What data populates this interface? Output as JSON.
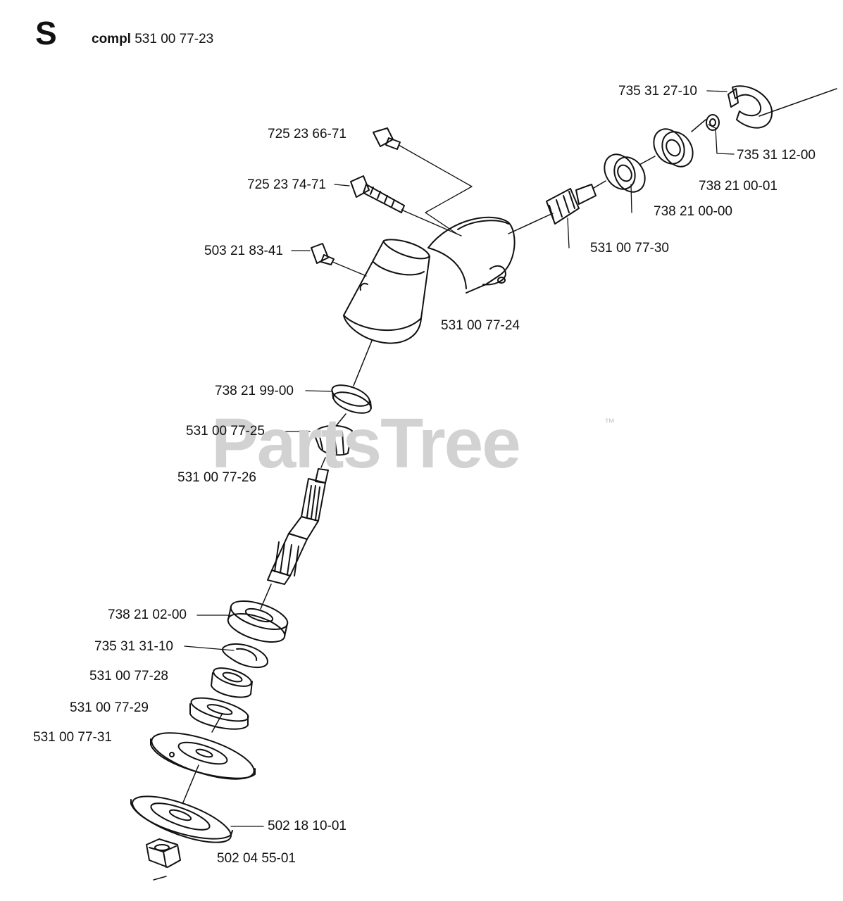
{
  "header": {
    "section_letter": "S",
    "compl_word": "compl",
    "compl_number": "531 00 77-23"
  },
  "watermark": {
    "text": "PartsTree",
    "tm": "™"
  },
  "parts": {
    "p735312710": "735 31 27-10",
    "p735311200": "735 31 12-00",
    "p738210001": "738 21 00-01",
    "p738210000": "738 21 00-00",
    "p531007730": "531 00 77-30",
    "p725236671": "725 23 66-71",
    "p725237471": "725 23 74-71",
    "p503218341": "503 21 83-41",
    "p531007724": "531 00 77-24",
    "p738219900": "738 21 99-00",
    "p531007725": "531 00 77-25",
    "p531007726": "531 00 77-26",
    "p738210200": "738 21 02-00",
    "p735313110": "735 31 31-10",
    "p531007728": "531 00 77-28",
    "p531007729": "531 00 77-29",
    "p531007731": "531 00 77-31",
    "p502181001": "502 18 10-01",
    "p502045501": "502 04 55-01"
  }
}
